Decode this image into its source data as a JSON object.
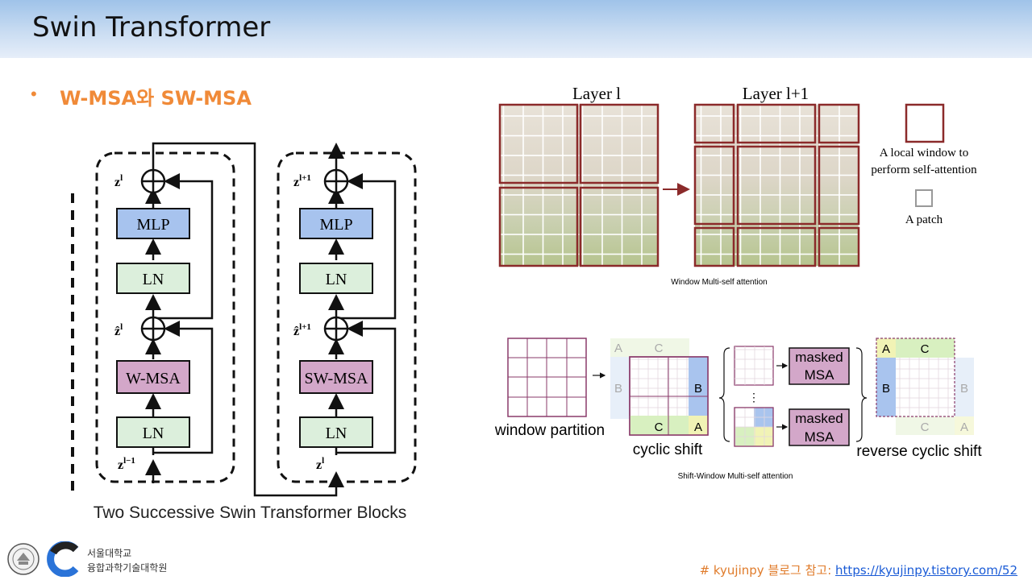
{
  "slide": {
    "title": "Swin Transformer",
    "bullet": "W-MSA와 SW-MSA"
  },
  "block_diagram": {
    "caption": "Two Successive Swin Transformer Blocks",
    "left_block": {
      "top_label_base": "z",
      "top_label_sup": "l",
      "mid_label_base": "ẑ",
      "mid_label_sup": "l",
      "bottom_label_base": "z",
      "bottom_label_sup": "l−1",
      "mlp": "MLP",
      "ln_top": "LN",
      "attention": "W-MSA",
      "ln_bottom": "LN"
    },
    "right_block": {
      "top_label_base": "z",
      "top_label_sup": "l+1",
      "mid_label_base": "ẑ",
      "mid_label_sup": "l+1",
      "bottom_label_base": "z",
      "bottom_label_sup": "l",
      "mlp": "MLP",
      "ln_top": "LN",
      "attention": "SW-MSA",
      "ln_bottom": "LN"
    },
    "colors": {
      "mlp": "#a7c3ee",
      "ln": "#dcefdc",
      "msa": "#d3a7c9"
    }
  },
  "window_figure": {
    "layer_left": "Layer l",
    "layer_right": "Layer l+1",
    "legend_window_line1": "A local window to",
    "legend_window_line2": "perform self-attention",
    "legend_patch": "A patch",
    "caption": "Window Multi-self attention",
    "colors": {
      "window_border": "#8b2a2a"
    }
  },
  "shift_figure": {
    "window_partition": "window partition",
    "cyclic_shift": "cyclic shift",
    "masked_msa_top_line1": "masked",
    "masked_msa_top_line2": "MSA",
    "masked_msa_bottom_line1": "masked",
    "masked_msa_bottom_line2": "MSA",
    "reverse_cyclic_shift": "reverse cyclic shift",
    "letter_a": "A",
    "letter_b": "B",
    "letter_c": "C",
    "ellipsis": "⋮",
    "caption": "Shift-Window Multi-self attention"
  },
  "footer": {
    "university_line1": "서울대학교",
    "university_line2": "융합과학기술대학원",
    "note_prefix": "# kyujinpy 블로그 참고: ",
    "note_link": "https://kyujinpy.tistory.com/52"
  }
}
